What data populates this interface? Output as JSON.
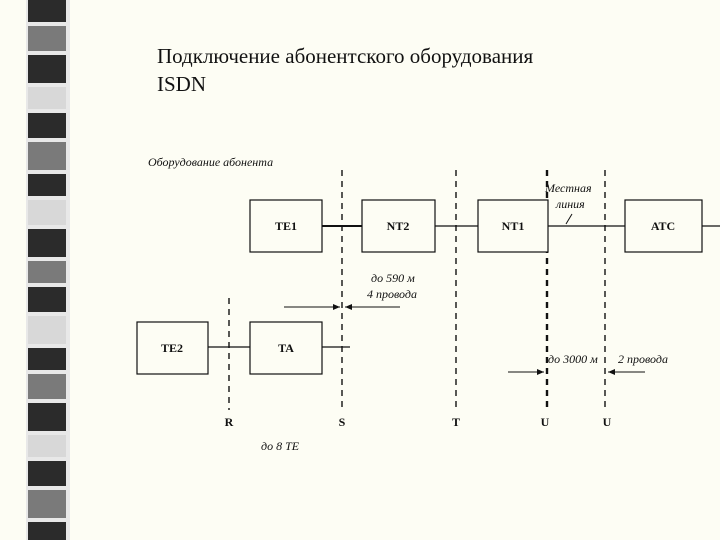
{
  "title": {
    "line1": "Подключение абонентского оборудования",
    "line2": "ISDN"
  },
  "diagram": {
    "section_label": "Оборудование абонента",
    "boxes": {
      "te1": "TE1",
      "nt2": "NT2",
      "nt1": "NT1",
      "ats": "АТС",
      "te2": "TE2",
      "ta": "TA"
    },
    "local_line_label": [
      "Местная",
      "линия"
    ],
    "st_distance": [
      "до 590 м",
      "4 провода"
    ],
    "u_distance": "до 3000 м",
    "u_wires": "2 провода",
    "ref_points": [
      "R",
      "S",
      "T",
      "U",
      "U"
    ],
    "te_count": "до 8 TE"
  },
  "colors": {
    "background": "#fdfdf4",
    "stripe_dark": "#2b2b2b",
    "stripe_mid": "#7a7a7a",
    "stripe_light": "#d8d8d8",
    "line": "#111111"
  }
}
